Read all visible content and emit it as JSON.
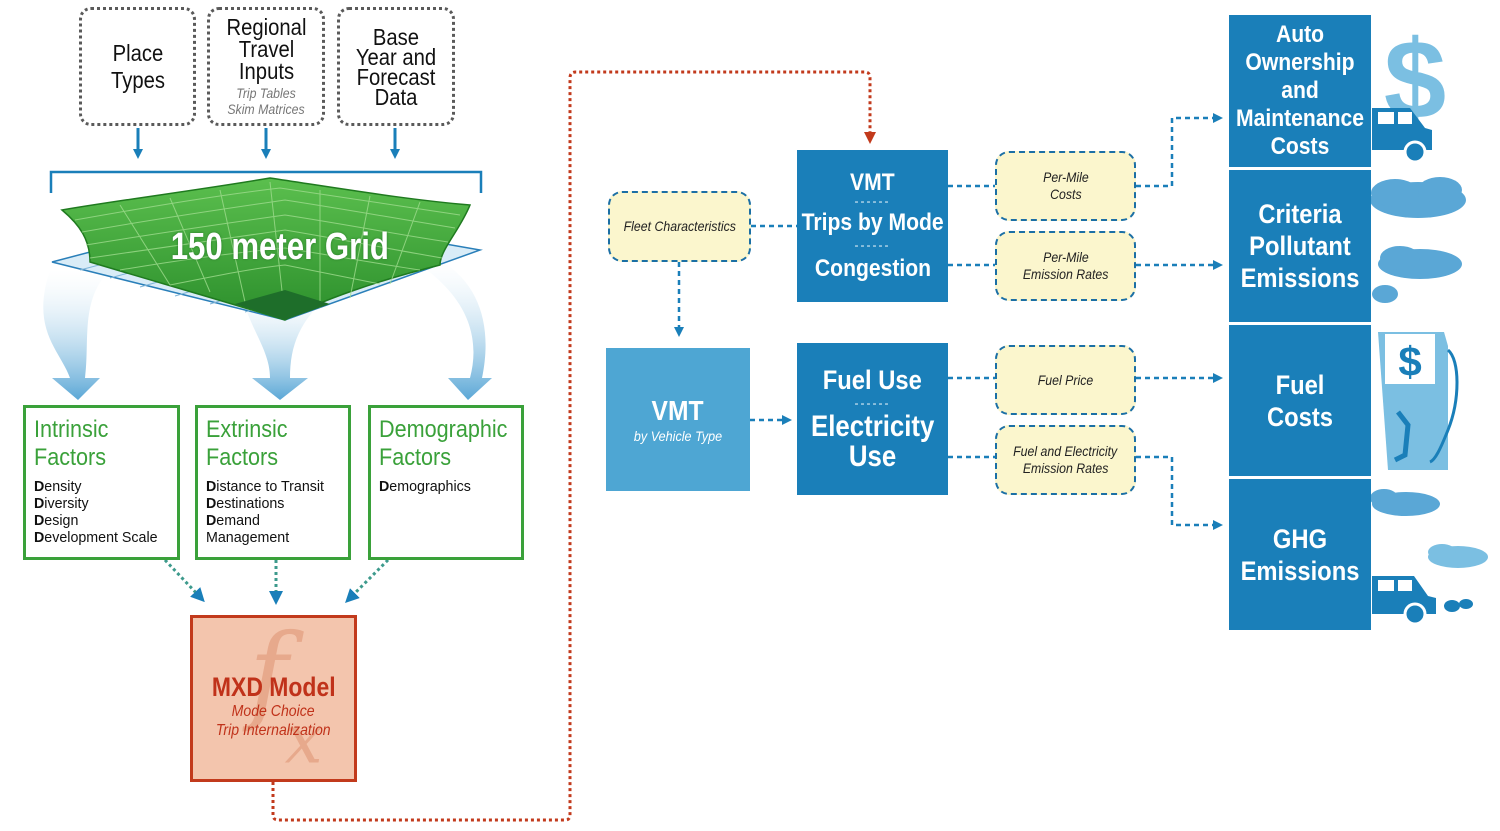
{
  "inputs": [
    {
      "title": "Place Types",
      "sub": ""
    },
    {
      "title": "Regional Travel Inputs",
      "sub": "Trip Tables Skim Matrices"
    },
    {
      "title": "Base Year and Forecast Data",
      "sub": ""
    }
  ],
  "grid": {
    "label": "150 meter Grid"
  },
  "factors": [
    {
      "title": "Intrinsic Factors",
      "items": [
        {
          "initial": "D",
          "rest": "ensity"
        },
        {
          "initial": "D",
          "rest": "iversity"
        },
        {
          "initial": "D",
          "rest": "esign"
        },
        {
          "initial": "D",
          "rest": "evelopment Scale"
        }
      ]
    },
    {
      "title": "Extrinsic Factors",
      "items": [
        {
          "initial": "D",
          "rest": "istance to Transit"
        },
        {
          "initial": "D",
          "rest": "estinations"
        },
        {
          "initial": "D",
          "rest": "emand"
        },
        {
          "initial": "",
          "rest": "Management"
        }
      ]
    },
    {
      "title": "Demographic Factors",
      "items": [
        {
          "initial": "D",
          "rest": "emographics"
        }
      ]
    }
  ],
  "mxd": {
    "title": "MXD Model",
    "sub1": "Mode Choice",
    "sub2": "Trip Internalization"
  },
  "fleet": {
    "label": "Fleet Characteristics"
  },
  "vmt_vehicle": {
    "title": "VMT",
    "sub": "by Vehicle Type"
  },
  "vmt_main": {
    "line1": "VMT",
    "line2": "Trips by Mode",
    "line3": "Congestion",
    "sep": "------"
  },
  "fuel_use": {
    "line1": "Fuel Use",
    "line2": "Electricity",
    "line3": "Use",
    "sep": "------"
  },
  "rates": [
    {
      "line1": "Per-Mile",
      "line2": "Costs"
    },
    {
      "line1": "Per-Mile",
      "line2": "Emission Rates"
    },
    {
      "line1": "Fuel Price",
      "line2": ""
    },
    {
      "line1": "Fuel and Electricity",
      "line2": "Emission Rates"
    }
  ],
  "outputs": [
    {
      "label": "Auto Ownership and Maintenance Costs"
    },
    {
      "label": "Criteria Pollutant Emissions"
    },
    {
      "label": "Fuel Costs"
    },
    {
      "label": "GHG Emissions"
    }
  ],
  "icons": {
    "dollar": "$"
  },
  "colors": {
    "blue": "#1a7fb9",
    "light_blue": "#4ea6d3",
    "green": "#3aa13a",
    "red": "#c23a1c",
    "yellow": "#fbf6cd",
    "icon_blue": "#7bbfe2"
  }
}
